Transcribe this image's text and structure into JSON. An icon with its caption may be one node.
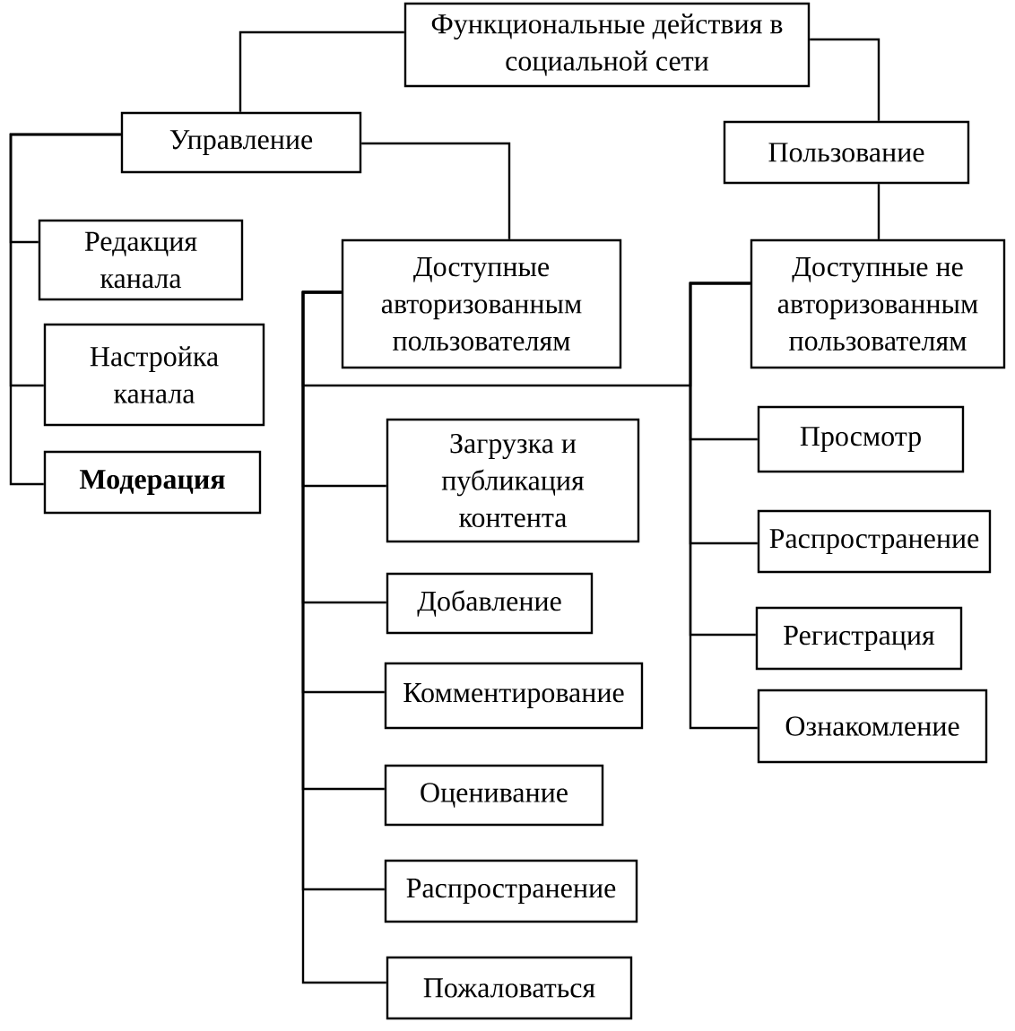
{
  "diagram": {
    "nodes": [
      {
        "text": [
          "Функциональные действия в социальной сети"
        ]
      },
      {
        "text": [
          "Управление"
        ]
      },
      {
        "text": [
          "Пользование"
        ]
      },
      {
        "text": [
          "Редакция канала"
        ]
      },
      {
        "text": [
          "Настройка канала"
        ]
      },
      {
        "text": [
          "Модерация"
        ]
      },
      {
        "text": [
          "Доступные авторизованным пользователям"
        ]
      },
      {
        "text": [
          "Загрузка и публикация контента"
        ]
      },
      {
        "text": [
          "Добавление"
        ]
      },
      {
        "text": [
          "Комментирование"
        ]
      },
      {
        "text": [
          "Оценивание"
        ]
      },
      {
        "text": [
          "Распространение"
        ]
      },
      {
        "text": [
          "Пожаловаться"
        ]
      },
      {
        "text": [
          "Доступные не авторизованным пользователям"
        ]
      },
      {
        "text": [
          "Просмотр"
        ]
      },
      {
        "text": [
          "Распространение"
        ]
      },
      {
        "text": [
          "Регистрация"
        ]
      },
      {
        "text": [
          "Ознакомление"
        ]
      }
    ],
    "edges": [
      {
        "from": 0,
        "to": 1,
        "arrow": "none"
      },
      {
        "from": 0,
        "to": 2,
        "arrow": "none"
      },
      {
        "from": 1,
        "to": 3,
        "arrow": "none"
      },
      {
        "from": 1,
        "to": 4,
        "arrow": "none"
      },
      {
        "from": 1,
        "to": 5,
        "arrow": "none"
      },
      {
        "from": 1,
        "to": 6,
        "arrow": "none"
      },
      {
        "from": 6,
        "to": 7,
        "arrow": "none"
      },
      {
        "from": 6,
        "to": 8,
        "arrow": "none"
      },
      {
        "from": 6,
        "to": 9,
        "arrow": "none"
      },
      {
        "from": 6,
        "to": 10,
        "arrow": "none"
      },
      {
        "from": 6,
        "to": 11,
        "arrow": "none"
      },
      {
        "from": 6,
        "to": 12,
        "arrow": "none"
      },
      {
        "from": 2,
        "to": 13,
        "arrow": "none"
      },
      {
        "from": 13,
        "to": 14,
        "arrow": "none"
      },
      {
        "from": 13,
        "to": 15,
        "arrow": "none"
      },
      {
        "from": 13,
        "to": 16,
        "arrow": "none"
      },
      {
        "from": 13,
        "to": 17,
        "arrow": "none"
      },
      {
        "from": 6,
        "to": 13,
        "arrow": "none"
      }
    ]
  }
}
